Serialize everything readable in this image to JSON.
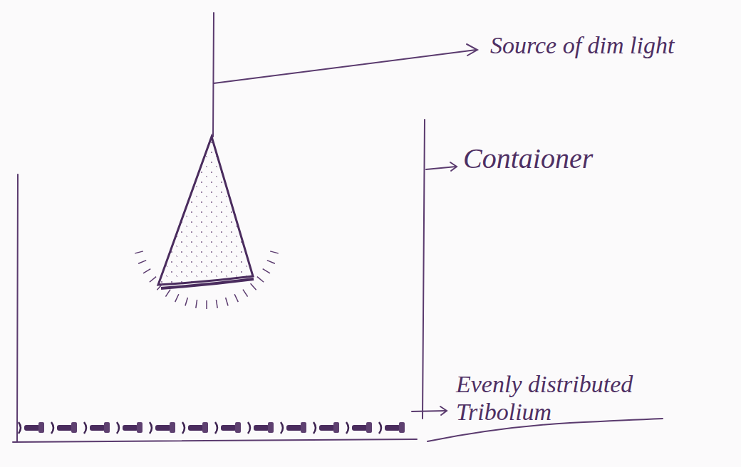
{
  "diagram": {
    "labels": [
      "Source of dim light",
      "Contaioner",
      "Evenly distributed Tribolium"
    ]
  }
}
